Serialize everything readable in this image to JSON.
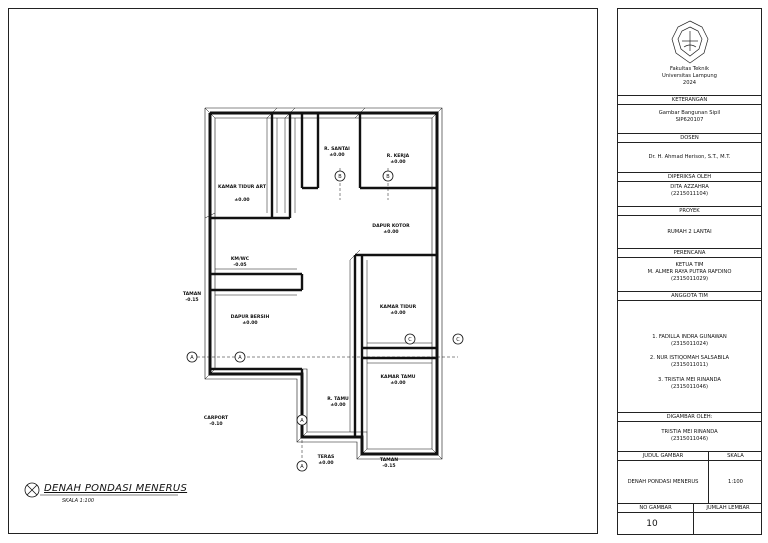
{
  "drawing": {
    "title": "DENAH PONDASI MENERUS",
    "scale": "SKALA 1:100",
    "rooms": {
      "r_santai": "R. SANTAI",
      "r_santai_lvl": "±0.00",
      "r_kerja": "R. KERJA",
      "r_kerja_lvl": "±0.00",
      "kamar_tidur_art": "KAMAR TIDUR ART",
      "kamar_tidur_art_lvl": "±0.00",
      "dapur_kotor": "DAPUR KOTOR",
      "dapur_kotor_lvl": "±0.00",
      "km_wc": "KM/WC",
      "km_wc_lvl": "-0.05",
      "dapur_bersih": "DAPUR BERSIH",
      "dapur_bersih_lvl": "±0.00",
      "kamar_tidur": "KAMAR TIDUR",
      "kamar_tidur_lvl": "±0.00",
      "kamar_tamu": "KAMAR TAMU",
      "kamar_tamu_lvl": "±0.00",
      "r_tamu": "R. TAMU",
      "r_tamu_lvl": "±0.00",
      "carport": "CARPORT",
      "carport_lvl": "-0.10",
      "teras": "TERAS",
      "teras_lvl": "±0.00",
      "taman_left": "TAMAN",
      "taman_left_lvl": "-0.15",
      "taman_bottom": "TAMAN",
      "taman_bottom_lvl": "-0.15"
    },
    "markers": {
      "b": "B",
      "c": "C",
      "a": "A"
    }
  },
  "titleblock": {
    "institution_line1": "Fakultas Teknik",
    "institution_line2": "Universitas Lampung",
    "year": "2024",
    "keterangan_hd": "KETERANGAN",
    "course": "Gambar Bangunan Sipil",
    "course_code": "SIP620107",
    "dosen_hd": "DOSEN",
    "dosen": "Dr. H. Ahmad Herison, S.T., M.T.",
    "diperiksa_hd": "DIPERIKSA OLEH",
    "diperiksa_name": "DITA AZZAHRA",
    "diperiksa_id": "(2215011104)",
    "proyek_hd": "PROYEK",
    "proyek": "RUMAH 2 LANTAI",
    "perencana_hd": "PERENCANA",
    "ketua_label": "KETUA TIM",
    "ketua_name": "M. ALMER RAYA PUTRA RAFDINO",
    "ketua_id": "(2315011029)",
    "anggota_hd": "ANGGOTA TIM",
    "member1": "1. FADILLA INDRA GUNAWAN",
    "member1_id": "(2315011024)",
    "member2": "2. NUR ISTIQOMAH SALSABILA",
    "member2_id": "(2315011011)",
    "member3": "3. TRISTIA MEI RINANDA",
    "member3_id": "(2315011046)",
    "digambar_hd": "DIGAMBAR OLEH:",
    "digambar_name": "TRISTIA MEI RINANDA",
    "digambar_id": "(2315011046)",
    "judul_hd": "JUDUL GAMBAR",
    "skala_hd": "SKALA",
    "judul": "DENAH PONDASI MENERUS",
    "skala": "1:100",
    "nogambar_hd": "NO GAMBAR",
    "jumlah_hd": "JUMLAH LEMBAR",
    "nogambar": "10"
  }
}
